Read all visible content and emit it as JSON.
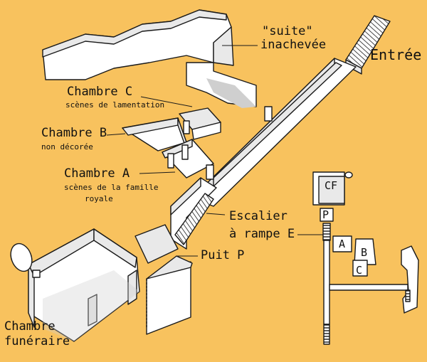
{
  "colors": {
    "background": "#f8c25e",
    "wall": "#e9e9e9",
    "floor": "#ffffff",
    "line": "#1a1a1a",
    "shade": "#bdbdbd"
  },
  "labels": {
    "suite_line1": "\"suite\"",
    "suite_line2": "inachevée",
    "entree": "Entrée",
    "chambre_c_title": "Chambre C",
    "chambre_c_sub": "scènes de lamentation",
    "chambre_b_title": "Chambre B",
    "chambre_b_sub": "non décorée",
    "chambre_a_title": "Chambre A",
    "chambre_a_sub1": "scènes de la famille",
    "chambre_a_sub2": "royale",
    "escalier_line1": "Escalier",
    "escalier_line2": "à rampe E",
    "puit": "Puit P",
    "funeraire_line1": "Chambre",
    "funeraire_line2": "funéraire"
  },
  "plan_labels": {
    "cf": "CF",
    "p": "P",
    "a": "A",
    "b": "B",
    "c": "C"
  }
}
